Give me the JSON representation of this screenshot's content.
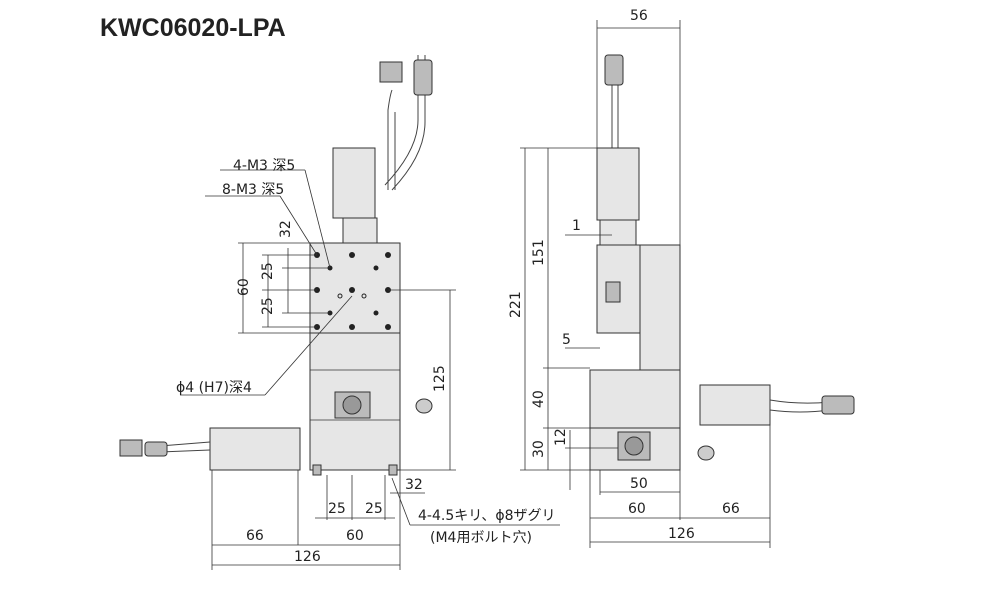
{
  "title": "KWC06020-LPA",
  "front_view": {
    "callouts": {
      "tap_4": "4-M3 深5",
      "tap_8": "8-M3 深5",
      "pin_hole": "ϕ4 (H7)深4",
      "mount_holes": "4-4.5キリ、ϕ8ザグリ",
      "mount_holes_note": "(M4用ボルト穴)"
    },
    "dims": {
      "top_offset": "32",
      "pitch_upper": "25",
      "pitch_lower": "25",
      "table_width": "60",
      "height_to_table": "125",
      "foot_offset": "32",
      "base_pitch_left": "25",
      "base_pitch_right": "25",
      "motor_length": "66",
      "base_width": "60",
      "overall_width": "126"
    }
  },
  "side_view": {
    "dims": {
      "width": "56",
      "overall_height": "221",
      "upper_height": "151",
      "offset_1": "1",
      "offset_5": "5",
      "mid_height": "40",
      "base_height": "30",
      "knob_height": "12",
      "knob_width": "50",
      "base_width": "60",
      "motor_length": "66",
      "overall_width": "126"
    }
  }
}
